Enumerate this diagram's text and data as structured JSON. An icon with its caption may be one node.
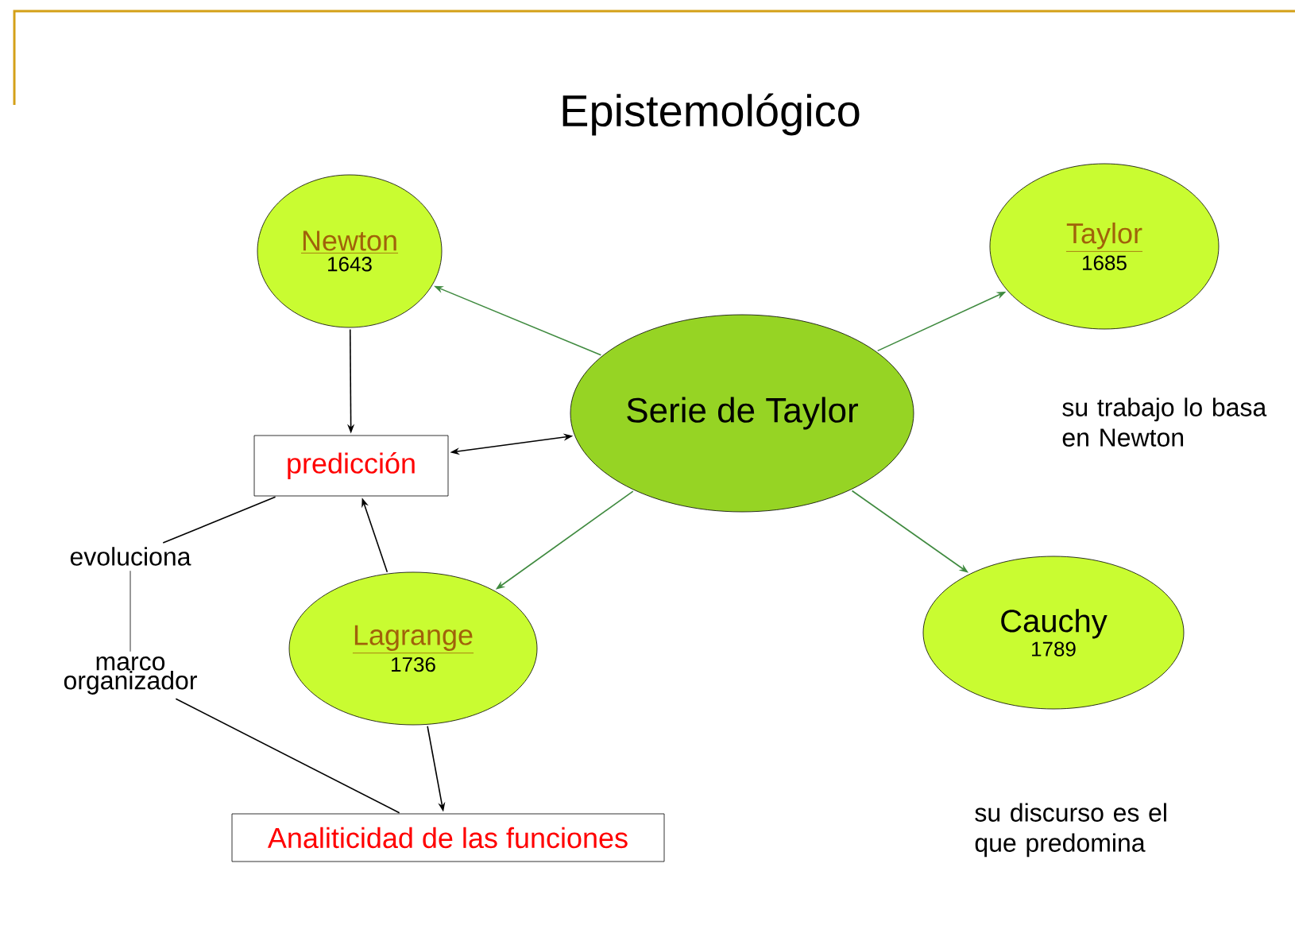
{
  "diagram": {
    "title": "Epistemológico",
    "nodes": [
      {
        "text": [
          "Newton",
          "1643"
        ]
      },
      {
        "text": [
          "Serie de Taylor"
        ]
      },
      {
        "text": [
          "Taylor",
          "1685"
        ],
        "beside": [
          "su trabajo lo basa en Newton"
        ]
      },
      {
        "text": [
          "predicción"
        ]
      },
      {
        "text": [
          "evoluciona"
        ]
      },
      {
        "text": [
          "marco organizador"
        ]
      },
      {
        "text": [
          "Lagrange",
          "1736"
        ]
      },
      {
        "text": [
          "Cauchy",
          "1789"
        ],
        "beside": [
          "su discurso es el que predomina"
        ]
      },
      {
        "text": [
          "Analiticidad de las funciones"
        ]
      }
    ],
    "edges": [
      {
        "from": 1,
        "to": 0,
        "arrow": "to",
        "color": "#3f8a3f"
      },
      {
        "from": 1,
        "to": 2,
        "arrow": "to",
        "color": "#3f8a3f"
      },
      {
        "from": 1,
        "to": 6,
        "arrow": "to",
        "color": "#3f8a3f"
      },
      {
        "from": 1,
        "to": 7,
        "arrow": "to",
        "color": "#3f8a3f"
      },
      {
        "from": 0,
        "to": 3,
        "arrow": "to"
      },
      {
        "from": 6,
        "to": 3,
        "arrow": "to"
      },
      {
        "from": 3,
        "to": 1,
        "arrow": "both"
      },
      {
        "from": 6,
        "to": 8,
        "arrow": "to"
      },
      {
        "from": 4,
        "to": 3,
        "arrow": "none"
      },
      {
        "from": 4,
        "to": 5,
        "arrow": "none",
        "color": "#808080"
      },
      {
        "from": 5,
        "to": 8,
        "arrow": "none"
      }
    ]
  }
}
